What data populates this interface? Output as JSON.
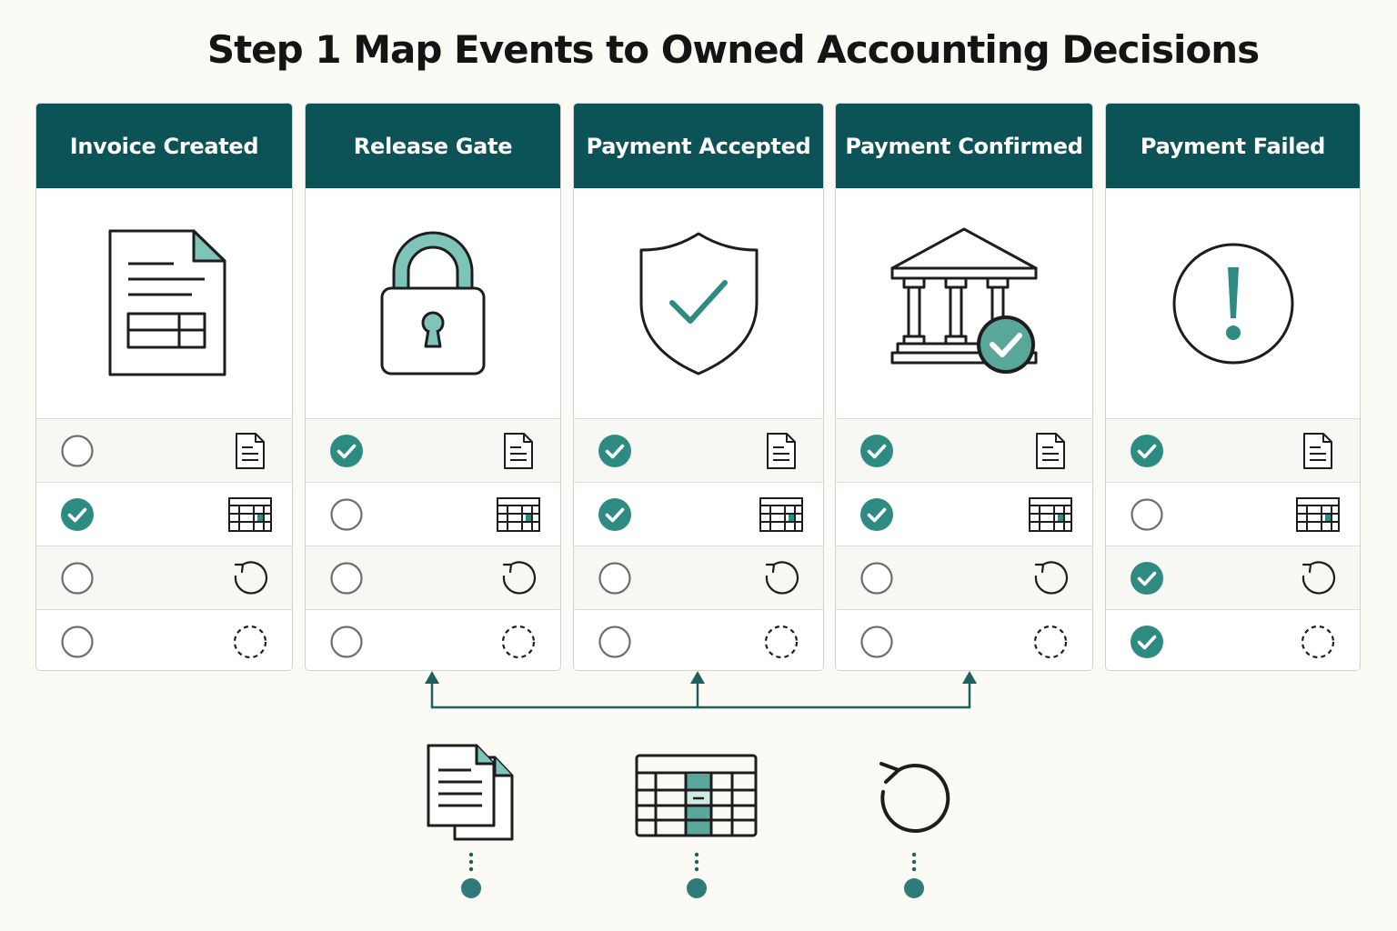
{
  "title": "Step 1 Map Events to Owned Accounting Decisions",
  "colors": {
    "header": "#0b5356",
    "accent": "#2e8b82",
    "accent_light": "#7fc4b8",
    "line": "#1f5f5e",
    "outline": "#1d1d1d"
  },
  "row_icons": [
    "document-icon",
    "spreadsheet-icon",
    "refresh-icon",
    "dashed-circle-icon"
  ],
  "columns": [
    {
      "event": "Invoice Created",
      "icon": "invoice-icon",
      "checks": [
        false,
        true,
        false,
        false
      ]
    },
    {
      "event": "Release Gate",
      "icon": "padlock-icon",
      "checks": [
        true,
        false,
        false,
        false
      ]
    },
    {
      "event": "Payment Accepted",
      "icon": "shield-check-icon",
      "checks": [
        true,
        true,
        false,
        false
      ]
    },
    {
      "event": "Payment Confirmed",
      "icon": "bank-check-icon",
      "checks": [
        true,
        true,
        false,
        false
      ]
    },
    {
      "event": "Payment Failed",
      "icon": "alert-icon",
      "checks": [
        true,
        false,
        true,
        true
      ]
    }
  ],
  "sources": [
    "documents-icon",
    "ledger-table-icon",
    "refresh-icon"
  ]
}
